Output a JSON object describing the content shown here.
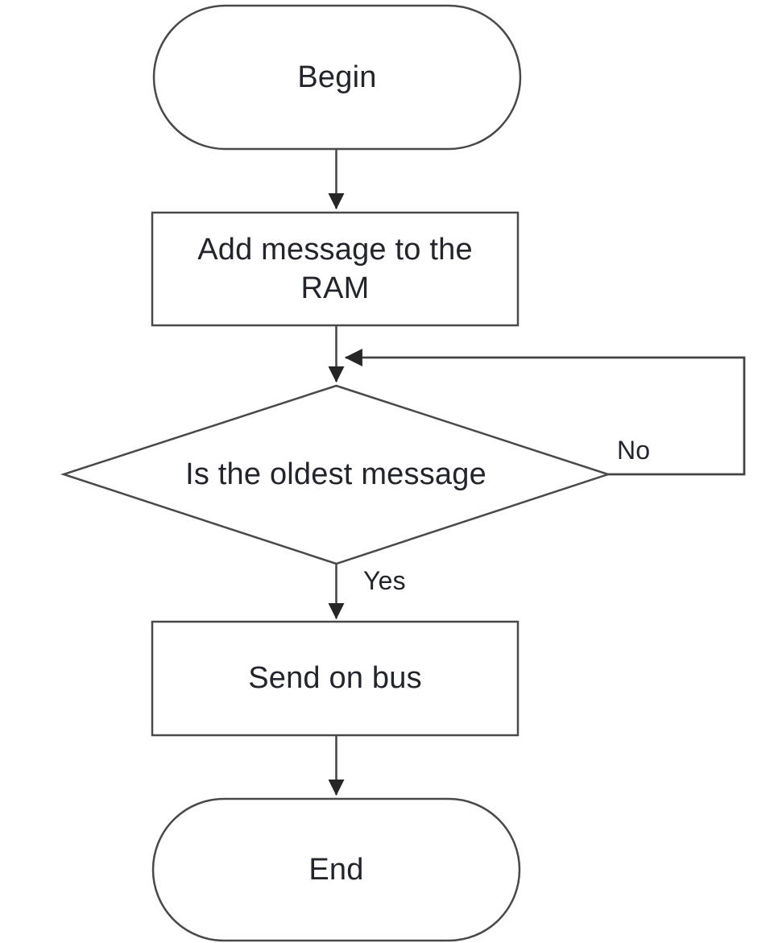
{
  "flowchart": {
    "nodes": [
      {
        "id": "begin",
        "type": "terminator",
        "label": "Begin"
      },
      {
        "id": "add-message-to-ram",
        "type": "process",
        "label": "Add message to the RAM"
      },
      {
        "id": "is-oldest-message",
        "type": "decision",
        "label": "Is the oldest message"
      },
      {
        "id": "send-on-bus",
        "type": "process",
        "label": "Send on bus"
      },
      {
        "id": "end",
        "type": "terminator",
        "label": "End"
      }
    ],
    "edge_labels": {
      "yes": "Yes",
      "no": "No"
    },
    "colors": {
      "stroke": "#494949",
      "arrowhead": "#262626",
      "text": "#22252b",
      "background": "#ffffff"
    }
  }
}
